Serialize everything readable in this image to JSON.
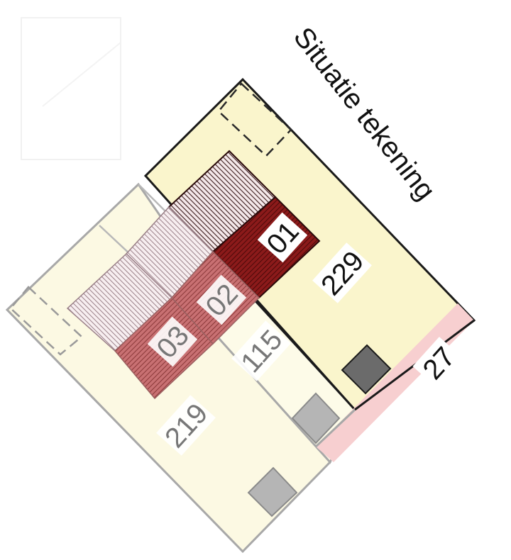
{
  "title": "Situatie tekening",
  "colors": {
    "plot_yellow": "#faf5cc",
    "plot_pale": "#fcf9e3",
    "plot_pale_alt": "#fdfbe8",
    "road_pink": "#f7cfd0",
    "building_red": "#8b1a1a",
    "building_faded_red": "#c77070",
    "building_dark": "#5a2a2a",
    "building_faded": "#b59aa0",
    "outline": "#1a1a1a",
    "outline_faded": "#9a9a9a",
    "box_dark": "#6b6b6b",
    "box_light": "#b5b5b5"
  },
  "plots": [
    {
      "id": "229",
      "label": "229"
    },
    {
      "id": "115",
      "label": "115"
    },
    {
      "id": "219",
      "label": "219"
    },
    {
      "id": "27",
      "label": "27"
    }
  ],
  "units": [
    {
      "id": "01",
      "label": "01"
    },
    {
      "id": "02",
      "label": "02"
    },
    {
      "id": "03",
      "label": "03"
    }
  ]
}
